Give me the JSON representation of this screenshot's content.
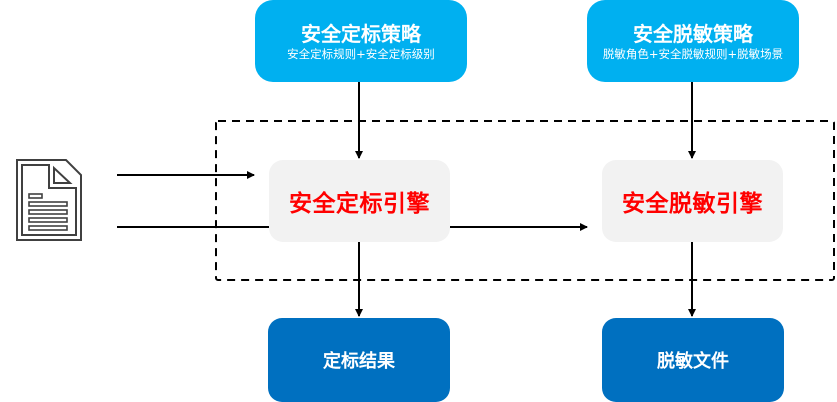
{
  "policies": {
    "labeling": {
      "title": "安全定标策略",
      "subtitle": "安全定标规则+安全定标级别"
    },
    "masking": {
      "title": "安全脱敏策略",
      "subtitle": "脱敏角色+安全脱敏规则+脱敏场景"
    }
  },
  "engines": {
    "labeling": {
      "label": "安全定标引擎"
    },
    "masking": {
      "label": "安全脱敏引擎"
    }
  },
  "results": {
    "labeling": {
      "label": "定标结果"
    },
    "masking": {
      "label": "脱敏文件"
    }
  },
  "input": {
    "icon": "document-icon"
  },
  "colors": {
    "policy_box": "#00B0F0",
    "engine_box": "#F2F2F2",
    "engine_text": "#FF0000",
    "result_box": "#0070C0",
    "connector": "#000000"
  }
}
